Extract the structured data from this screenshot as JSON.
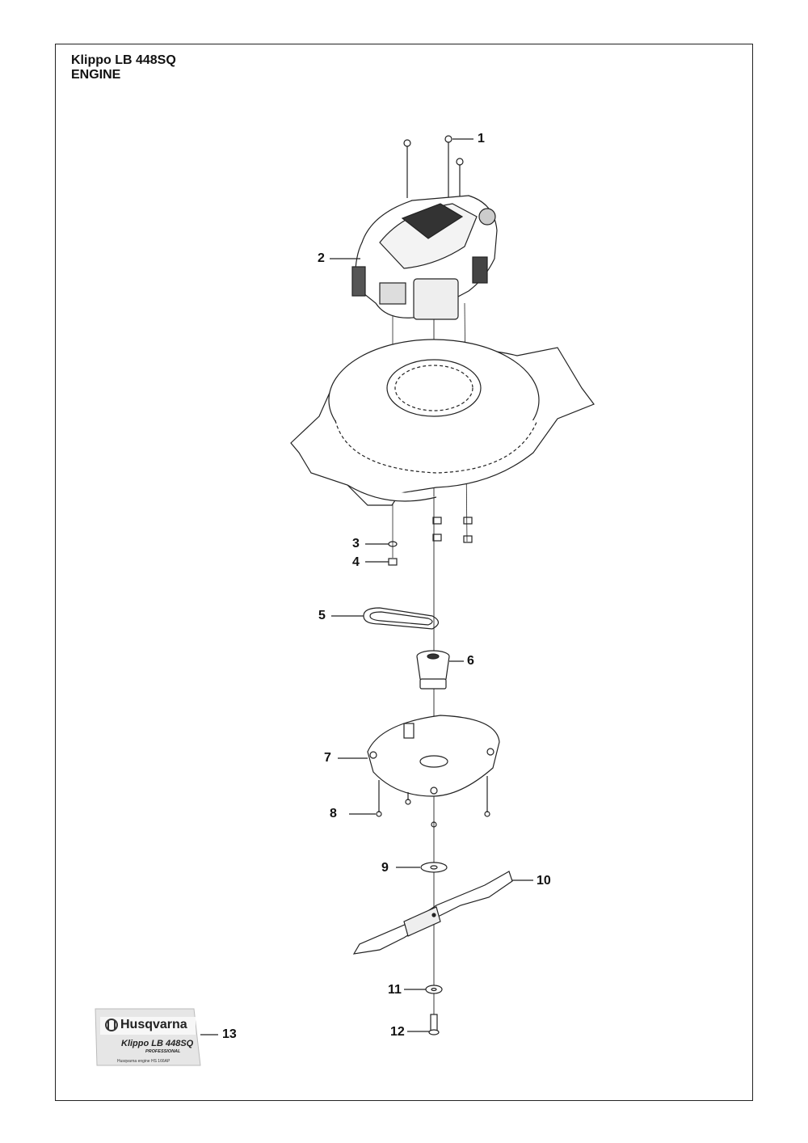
{
  "header": {
    "model": "Klippo LB 448SQ",
    "section": "ENGINE"
  },
  "callouts": [
    "1",
    "2",
    "3",
    "4",
    "5",
    "6",
    "7",
    "8",
    "9",
    "10",
    "11",
    "12",
    "13"
  ],
  "decal": {
    "brand": "Husqvarna",
    "model": "Klippo LB 448SQ",
    "grade": "PROFESSIONAL",
    "engine_note": "Husqvarna engine HS 166AP"
  }
}
